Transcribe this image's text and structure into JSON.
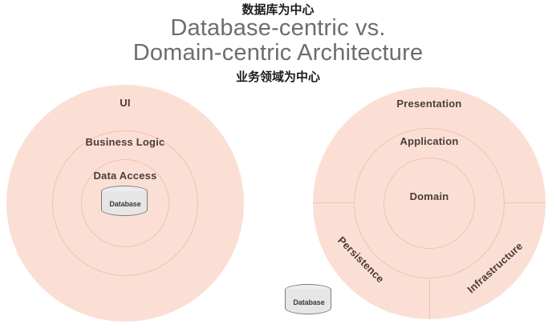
{
  "title": {
    "line1": "Database-centric vs.",
    "line2": "Domain-centric Architecture"
  },
  "annotations": {
    "top_cn": "数据库为中心",
    "bottom_cn": "业务领域为中心"
  },
  "left_diagram": {
    "name": "database-centric-architecture",
    "rings": [
      {
        "label": "UI"
      },
      {
        "label": "Business Logic"
      },
      {
        "label": "Data Access"
      }
    ],
    "center": {
      "label": "Database"
    }
  },
  "right_diagram": {
    "name": "domain-centric-architecture",
    "rings": [
      {
        "label": "Presentation"
      },
      {
        "label": "Application"
      },
      {
        "label": "Domain"
      }
    ],
    "outer_sectors": [
      {
        "label": "Persistence"
      },
      {
        "label": "Infrastructure"
      }
    ],
    "external": {
      "label": "Database"
    }
  },
  "colors": {
    "ring_fill": "#fbdfd4",
    "ring_stroke": "#f0c3ae",
    "ring_text": "#4a3d39",
    "title_text": "#6d6d6d",
    "annotation_text": "#1b1b1b",
    "cylinder_fill": "#e6e6e6",
    "cylinder_stroke": "#7b7b7b",
    "background": "#ffffff"
  }
}
